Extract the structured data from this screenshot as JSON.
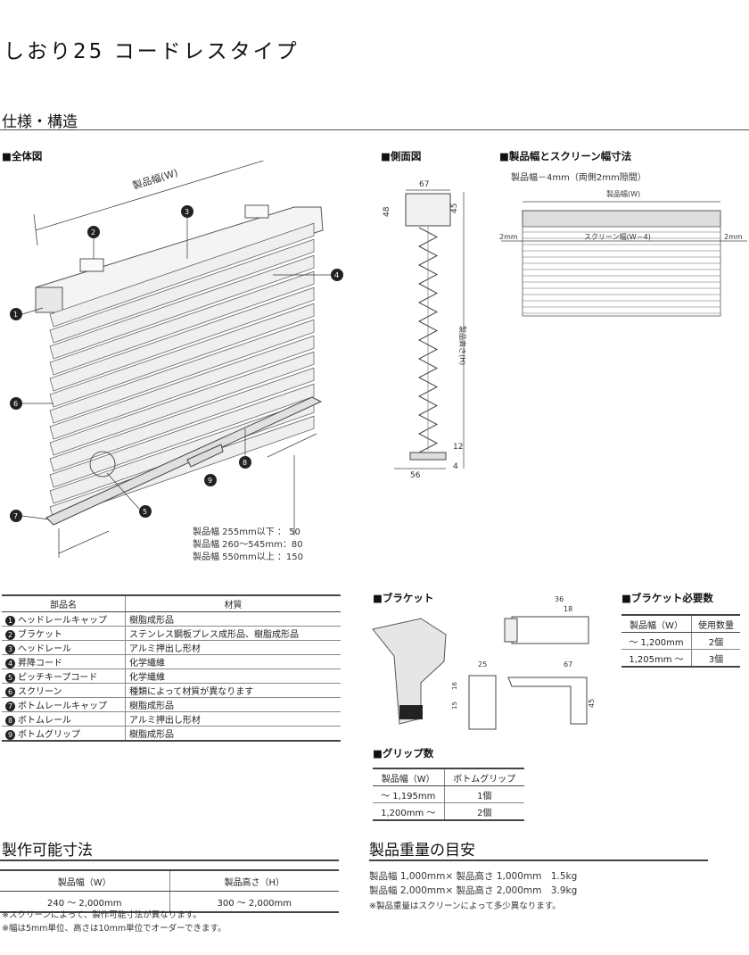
{
  "title": "しおり25 コードレスタイプ",
  "spec_title": "仕様・構造",
  "overall": {
    "label": "■全体図",
    "width_label": "製品幅(W)",
    "grip_notes": [
      "製品幅 255mm以下 ： 50",
      "製品幅 260～545mm：80",
      "製品幅 550mm以上 ：150"
    ]
  },
  "side": {
    "label": "■側面図",
    "dims": {
      "top": "67",
      "h1": "48",
      "h2": "45",
      "h3": "12",
      "h4": "4",
      "bottom": "56",
      "height": "製品高さ(H)"
    }
  },
  "width_fig": {
    "label": "■製品幅とスクリーン幅寸法",
    "note": "製品幅－4mm（両側2mm隙間）",
    "w": "製品幅(W)",
    "screen": "スクリーン幅(W－4)",
    "gap": "2mm"
  },
  "parts": {
    "headers": [
      "部品名",
      "材質"
    ],
    "rows": [
      {
        "n": "1",
        "name": "ヘッドレールキャップ",
        "mat": "樹脂成形品"
      },
      {
        "n": "2",
        "name": "ブラケット",
        "mat": "ステンレス鋼板プレス成形品、樹脂成形品"
      },
      {
        "n": "3",
        "name": "ヘッドレール",
        "mat": "アルミ押出し形材"
      },
      {
        "n": "4",
        "name": "昇降コード",
        "mat": "化学繊維"
      },
      {
        "n": "5",
        "name": "ピッチキープコード",
        "mat": "化学繊維"
      },
      {
        "n": "6",
        "name": "スクリーン",
        "mat": "種類によって材質が異なります"
      },
      {
        "n": "7",
        "name": "ボトムレールキャップ",
        "mat": "樹脂成形品"
      },
      {
        "n": "8",
        "name": "ボトムレール",
        "mat": "アルミ押出し形材"
      },
      {
        "n": "9",
        "name": "ボトムグリップ",
        "mat": "樹脂成形品"
      }
    ]
  },
  "bracket": {
    "label": "■ブラケット",
    "dims": {
      "d36": "36",
      "d18": "18",
      "d25": "25",
      "d67": "67",
      "d16": "16",
      "d15": "15",
      "d45": "45"
    }
  },
  "bracket_count": {
    "label": "■ブラケット必要数",
    "headers": [
      "製品幅（W）",
      "使用数量"
    ],
    "rows": [
      [
        "～ 1,200mm",
        "2個"
      ],
      [
        "1,205mm ～",
        "3個"
      ]
    ]
  },
  "grip_count": {
    "label": "■グリップ数",
    "headers": [
      "製品幅（W）",
      "ボトムグリップ"
    ],
    "rows": [
      [
        "～ 1,195mm",
        "1個"
      ],
      [
        "1,200mm ～",
        "2個"
      ]
    ]
  },
  "size": {
    "title": "製作可能寸法",
    "headers": [
      "製品幅（W）",
      "製品高さ（H）"
    ],
    "row": [
      "240 ～ 2,000mm",
      "300 ～ 2,000mm"
    ],
    "notes": [
      "※スクリーンによって、製作可能寸法が異なります。",
      "※幅は5mm単位、高さは10mm単位でオーダーできます。"
    ]
  },
  "weight": {
    "title": "製品重量の目安",
    "lines": [
      "製品幅 1,000mm× 製品高さ 1,000mm　1.5kg",
      "製品幅 2,000mm× 製品高さ 2,000mm　3.9kg"
    ],
    "note": "※製品重量はスクリーンによって多少異なります。"
  }
}
